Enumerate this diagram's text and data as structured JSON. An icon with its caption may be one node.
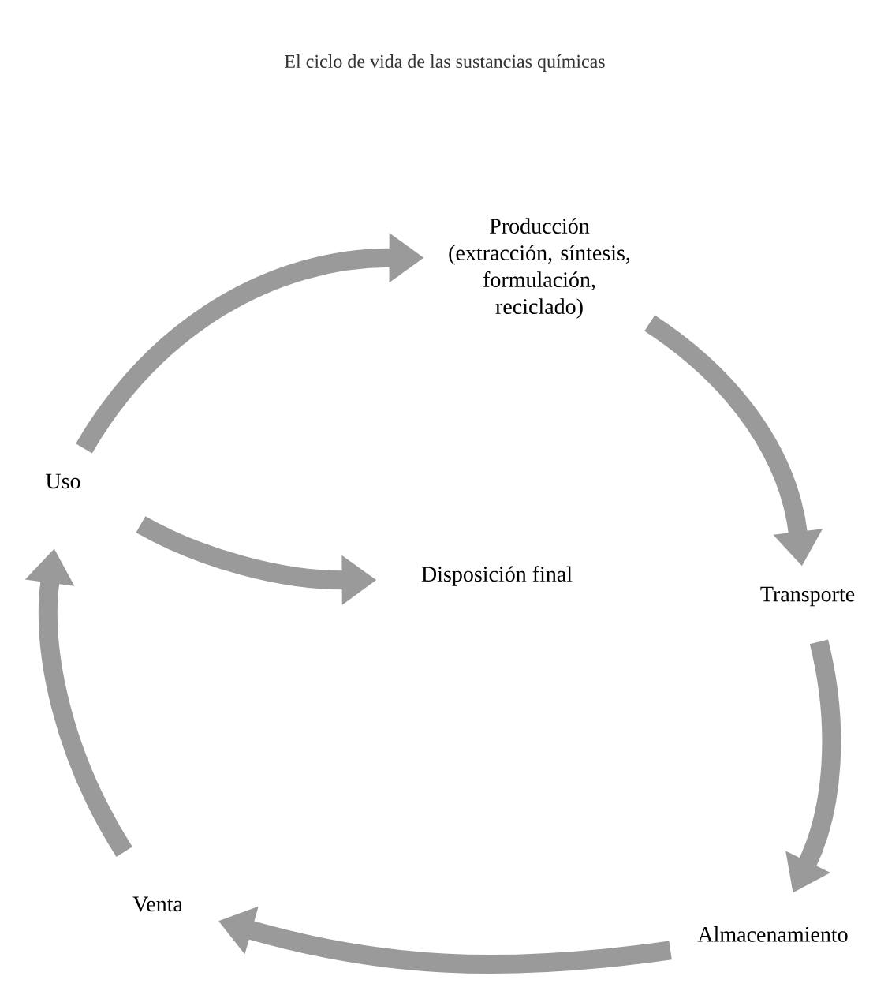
{
  "diagram": {
    "title": "El ciclo de vida de las sustancias químicas",
    "nodes": [
      {
        "text": [
          "Producción (extracción, síntesis, formulación, reciclado)"
        ]
      },
      {
        "text": [
          "Transporte"
        ]
      },
      {
        "text": [
          "Almacenamiento"
        ]
      },
      {
        "text": [
          "Venta"
        ]
      },
      {
        "text": [
          "Uso"
        ]
      },
      {
        "text": [
          "Disposición final"
        ]
      }
    ],
    "edges": [
      {
        "from": 4,
        "to": 0,
        "arrow": "to"
      },
      {
        "from": 0,
        "to": 1,
        "arrow": "to"
      },
      {
        "from": 1,
        "to": 2,
        "arrow": "to"
      },
      {
        "from": 2,
        "to": 3,
        "arrow": "to"
      },
      {
        "from": 3,
        "to": 4,
        "arrow": "to"
      },
      {
        "from": 4,
        "to": 5,
        "arrow": "to"
      }
    ]
  }
}
